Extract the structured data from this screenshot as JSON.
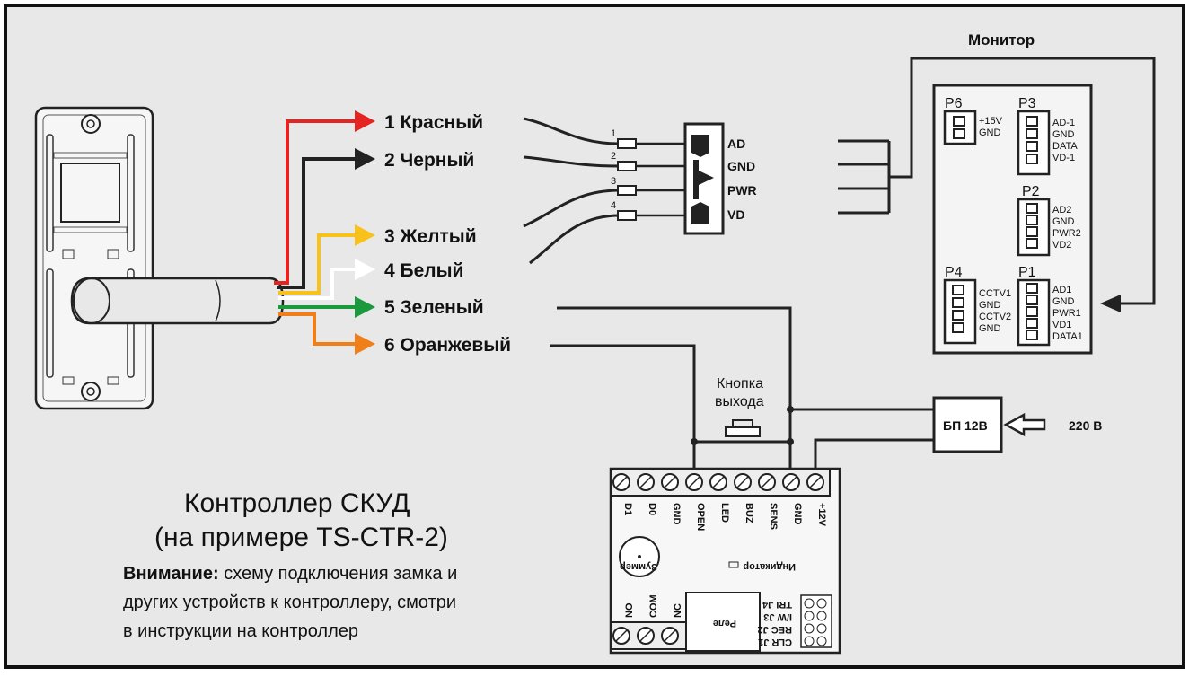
{
  "monitor": {
    "title": "Монитор",
    "p6": {
      "name": "P6",
      "pins": [
        "+15V",
        "GND"
      ]
    },
    "p3": {
      "name": "P3",
      "pins": [
        "AD-1",
        "GND",
        "DATA",
        "VD-1"
      ]
    },
    "p2": {
      "name": "P2",
      "pins": [
        "AD2",
        "GND",
        "PWR2",
        "VD2"
      ]
    },
    "p4": {
      "name": "P4",
      "pins": [
        "CCTV1",
        "GND",
        "CCTV2",
        "GND"
      ]
    },
    "p1": {
      "name": "P1",
      "pins": [
        "AD1",
        "GND",
        "PWR1",
        "VD1",
        "DATA1"
      ]
    }
  },
  "wires": [
    {
      "label": "1 Красный",
      "color": "#e52421"
    },
    {
      "label": "2 Черный",
      "color": "#222222"
    },
    {
      "label": "3 Желтый",
      "color": "#f9c21b"
    },
    {
      "label": "4 Белый",
      "color": "#ffffff"
    },
    {
      "label": "5 Зеленый",
      "color": "#1a9a3c"
    },
    {
      "label": "6 Оранжевый",
      "color": "#f07f1a"
    }
  ],
  "connector": {
    "numbers": [
      "1",
      "2",
      "3",
      "4"
    ],
    "pins": [
      "AD",
      "GND",
      "PWR",
      "VD"
    ]
  },
  "exit_button": {
    "line1": "Кнопка",
    "line2": "выхода"
  },
  "psu": {
    "label": "БП 12В",
    "input": "220 В"
  },
  "controller": {
    "terminals": [
      "D1",
      "D0",
      "GND",
      "OPEN",
      "LED",
      "BUZ",
      "SENS",
      "GND",
      "+12V"
    ],
    "bottom_terminals": [
      "NO",
      "COM",
      "NC"
    ],
    "buzzer_label": "Зуммер",
    "indicator_label": "Индикатор",
    "relay_label": "Реле",
    "jumpers": [
      "TRI J4",
      "I/W J3",
      "REC J2",
      "CLR J1"
    ]
  },
  "caption": {
    "title_line1": "Контроллер СКУД",
    "title_line2": "(на примере TS-CTR-2)",
    "note_bold": "Внимание:",
    "note_line1": " схему подключения замка и",
    "note_line2": "других устройств к контроллеру, смотри",
    "note_line3": "в инструкции на контроллер"
  },
  "colors": {
    "background": "#e8e8e8",
    "frame": "#111111"
  }
}
